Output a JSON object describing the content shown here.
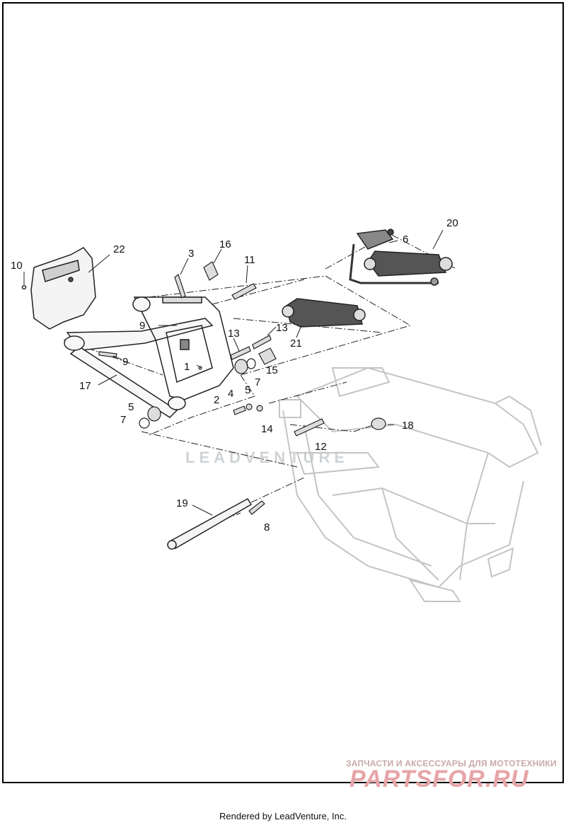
{
  "diagram": {
    "callouts": [
      {
        "id": "c1",
        "text": "1"
      },
      {
        "id": "c2",
        "text": "2"
      },
      {
        "id": "c3",
        "text": "3"
      },
      {
        "id": "c4",
        "text": "4"
      },
      {
        "id": "c5a",
        "text": "5"
      },
      {
        "id": "c5b",
        "text": "5"
      },
      {
        "id": "c6",
        "text": "6"
      },
      {
        "id": "c7a",
        "text": "7"
      },
      {
        "id": "c7b",
        "text": "7"
      },
      {
        "id": "c8",
        "text": "8"
      },
      {
        "id": "c9a",
        "text": "9"
      },
      {
        "id": "c9b",
        "text": "9"
      },
      {
        "id": "c10",
        "text": "10"
      },
      {
        "id": "c11",
        "text": "11"
      },
      {
        "id": "c12",
        "text": "12"
      },
      {
        "id": "c13a",
        "text": "13"
      },
      {
        "id": "c13b",
        "text": "13"
      },
      {
        "id": "c14",
        "text": "14"
      },
      {
        "id": "c15",
        "text": "15"
      },
      {
        "id": "c16",
        "text": "16"
      },
      {
        "id": "c17",
        "text": "17"
      },
      {
        "id": "c18",
        "text": "18"
      },
      {
        "id": "c19",
        "text": "19"
      },
      {
        "id": "c20",
        "text": "20"
      },
      {
        "id": "c21",
        "text": "21"
      },
      {
        "id": "c22",
        "text": "22"
      }
    ]
  },
  "watermark": {
    "logo_text": "LEADVENTURE",
    "brand_tagline": "ЗАПЧАСТИ И АКСЕССУАРЫ ДЛЯ МОТОТЕХНИКИ",
    "brand_name": "PARTSFOR.RU"
  },
  "footer": {
    "rendered_by": "Rendered by LeadVenture, Inc."
  }
}
